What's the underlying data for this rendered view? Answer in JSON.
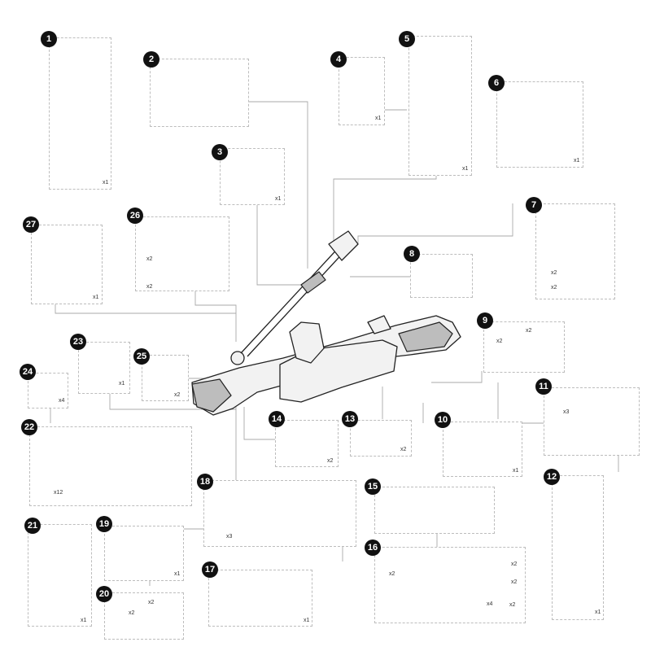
{
  "diagram": {
    "parts": [
      {
        "number": "1",
        "qty": "x1"
      },
      {
        "number": "2",
        "qty": ""
      },
      {
        "number": "3",
        "qty": "x1"
      },
      {
        "number": "4",
        "qty": "x1"
      },
      {
        "number": "5",
        "qty": "x1"
      },
      {
        "number": "6",
        "qty": "x1"
      },
      {
        "number": "7",
        "qty": ""
      },
      {
        "number": "8",
        "qty": ""
      },
      {
        "number": "9",
        "qty": ""
      },
      {
        "number": "10",
        "qty": "x1"
      },
      {
        "number": "11",
        "qty": ""
      },
      {
        "number": "12",
        "qty": "x1"
      },
      {
        "number": "13",
        "qty": "x2"
      },
      {
        "number": "14",
        "qty": "x2"
      },
      {
        "number": "15",
        "qty": ""
      },
      {
        "number": "16",
        "qty": ""
      },
      {
        "number": "17",
        "qty": "x1"
      },
      {
        "number": "18",
        "qty": ""
      },
      {
        "number": "19",
        "qty": "x1"
      },
      {
        "number": "20",
        "qty": ""
      },
      {
        "number": "21",
        "qty": "x1"
      },
      {
        "number": "22",
        "qty": ""
      },
      {
        "number": "23",
        "qty": "x1"
      },
      {
        "number": "24",
        "qty": "x4"
      },
      {
        "number": "25",
        "qty": "x2"
      },
      {
        "number": "26",
        "qty": ""
      },
      {
        "number": "27",
        "qty": "x1"
      }
    ],
    "hardware_labels": {
      "p7_screw_a": "x2",
      "p7_screw_b": "x2",
      "p9_clip": "x2",
      "p9_screw": "x2",
      "p11_screw": "x3",
      "p16_clip": "x2",
      "p16_screw_a": "x2",
      "p16_nut": "x2",
      "p16_screw_b": "x4",
      "p16_block": "x2",
      "p18_screw": "x3",
      "p20_clip": "x2",
      "p20_screw": "x2",
      "p22_ties": "x12",
      "p26_screw_a": "x2",
      "p26_screw_b": "x2"
    }
  }
}
